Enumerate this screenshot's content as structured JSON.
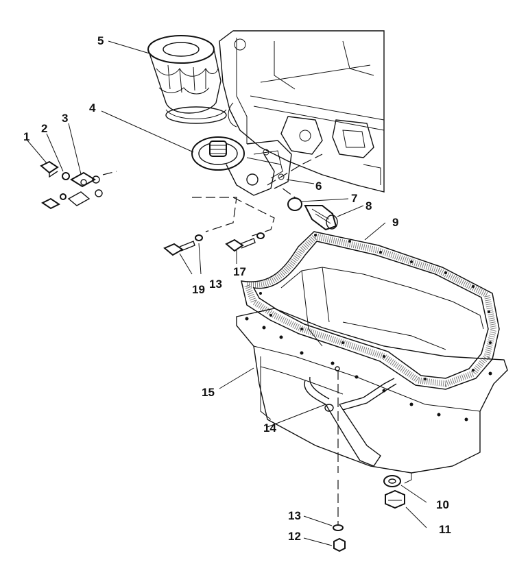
{
  "callouts": {
    "c1": "1",
    "c2": "2",
    "c3": "3",
    "c4": "4",
    "c5": "5",
    "c6": "6",
    "c7": "7",
    "c8": "8",
    "c9": "9",
    "c10": "10",
    "c11": "11",
    "c12": "12",
    "c13a": "13",
    "c13b": "13",
    "c14": "14",
    "c15": "15",
    "c17": "17",
    "c19": "19"
  }
}
